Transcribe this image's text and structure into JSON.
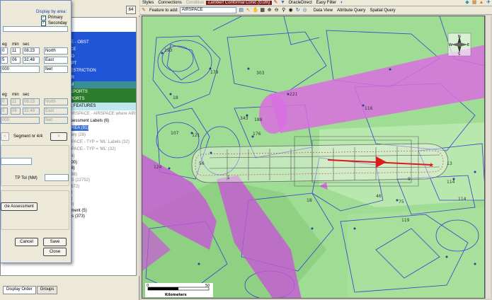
{
  "toc": {
    "top_button": "64",
    "layers": [
      {
        "label": "L",
        "style": "blue"
      },
      {
        "label": "ME - OBST",
        "style": "blue"
      },
      {
        "label": "ACE",
        "style": "blue"
      },
      {
        "label": "AID",
        "style": "blue"
      },
      {
        "label": "WPT",
        "style": "blue"
      },
      {
        "label": "RESTRICTION",
        "style": "blue"
      },
      {
        "label": "IER",
        "style": "blue"
      },
      {
        "label": "DM",
        "style": "teal"
      },
      {
        "label": "REPORTS",
        "style": "green"
      },
      {
        "label": "EPORTS",
        "style": "green"
      },
      {
        "label": "AL FEATURES",
        "style": "light"
      }
    ],
    "tree": [
      {
        "label": "AIRSPACE - AIRSPACE where AIRS",
        "style": "gray"
      },
      {
        "label": "ssessment Labels (6)",
        "style": ""
      },
      {
        "label": "AREA (91)",
        "style": "sel"
      },
      {
        "label": "uery (28)",
        "style": "gray"
      },
      {
        "label": "SPACE - TYP = 'ML' Labels (32)",
        "style": "gray"
      },
      {
        "label": "SPACE - TYP = 'ML' (32)",
        "style": "gray"
      },
      {
        "label": "84)",
        "style": "gray"
      },
      {
        "label": "600)",
        "style": ""
      },
      {
        "label": "78)",
        "style": ""
      },
      {
        "label": "898)",
        "style": "gray"
      },
      {
        "label": "TS (22752)",
        "style": "gray"
      },
      {
        "label": "2672)",
        "style": "gray"
      },
      {
        "label": "8)",
        "style": "gray"
      },
      {
        "label": "3)",
        "style": "gray"
      },
      {
        "label": "(0)",
        "style": "gray"
      },
      {
        "label": "ProjArea Obstacle Assessment (5)",
        "style": ""
      },
      {
        "label": "A  AeroDB AIRPORT Labels (373)",
        "style": ""
      }
    ],
    "tabs": [
      "Display Order",
      "Groups"
    ]
  },
  "dialog": {
    "display_by_area": "Display by area:",
    "primary": "Primary",
    "secondary": "Seconday",
    "primary_checked": true,
    "secondary_checked": true,
    "col_headers_1": {
      "deg": "eg",
      "min": "min",
      "sec": "sec"
    },
    "row1": {
      "deg": "0",
      "min": "11",
      "sec": "08.23",
      "dir": "North"
    },
    "row2": {
      "deg": "5",
      "min": "06",
      "sec": "32.48",
      "dir": "East"
    },
    "row3": {
      "value": "000",
      "unit": "feet"
    },
    "col_headers_2": {
      "deg": "eg",
      "min": "min",
      "sec": "sec"
    },
    "row4": {
      "deg": "0",
      "min": "11",
      "sec": "08.23",
      "dir": "North"
    },
    "row5": {
      "deg": "5",
      "min": "06",
      "sec": "32.48",
      "dir": "East"
    },
    "row6": {
      "value": "000",
      "unit": "feet"
    },
    "segment_label": "Segment nr 4/4",
    "tp_tol_label": "TP Tol (NM)",
    "assessment_button": "cle Assessment",
    "cancel_button": "Cancel",
    "save_button": "Save",
    "close_button": "Close"
  },
  "menubar": {
    "items": [
      "Styles",
      "Connections",
      "Condition",
      "Lambert Conformal Conic (0.0m)",
      "OracleDirect",
      "Easy Filter",
      "Data View",
      "Attribute Query",
      "Spatial Query"
    ]
  },
  "toolbar": {
    "feature_label": "Feature to add:",
    "feature_value": "AIRSPACE"
  },
  "map": {
    "labels": [
      "193",
      "179",
      "303",
      "18",
      "343",
      "221",
      "116",
      "188",
      "176",
      "107",
      "121",
      "56",
      "124",
      "1",
      "9",
      "114",
      "75",
      "46",
      "119",
      "18",
      "13",
      "114"
    ],
    "scalebar": {
      "start": "0",
      "end": "50",
      "unit": "Kilometers"
    },
    "compass": {
      "n": "N",
      "s": "S",
      "e": "E",
      "w": "W"
    }
  }
}
